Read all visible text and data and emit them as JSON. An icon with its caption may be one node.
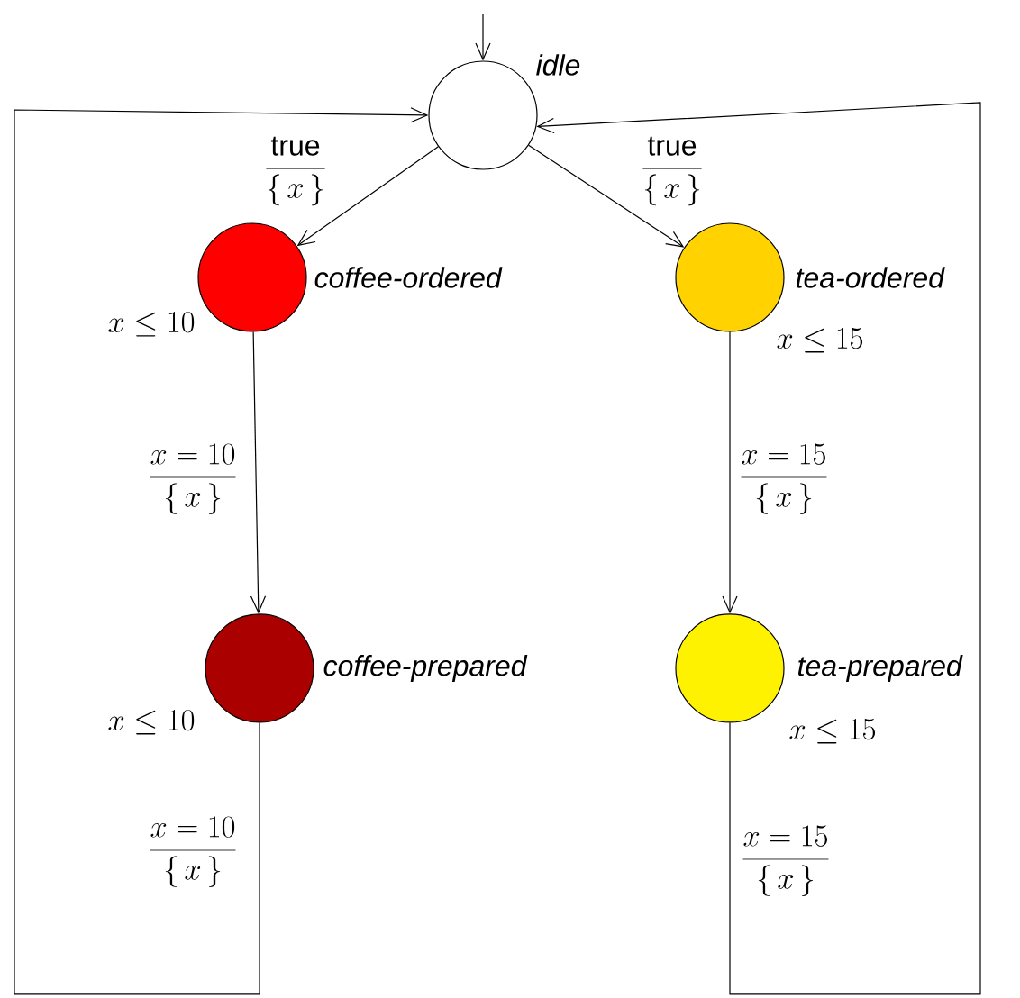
{
  "diagram": {
    "nodes": [
      {
        "text": [
          "idle"
        ]
      },
      {
        "text": [
          "coffee-ordered"
        ],
        "beside": [
          "x \\leq 10"
        ]
      },
      {
        "text": [
          "tea-ordered"
        ],
        "beside": [
          "x \\leq 15"
        ]
      },
      {
        "text": [
          "coffee-prepared"
        ],
        "beside": [
          "x \\leq 10"
        ]
      },
      {
        "text": [
          "tea-prepared"
        ],
        "beside": [
          "x \\leq 15"
        ]
      }
    ],
    "edges": [
      {
        "from": null,
        "to": 0,
        "arrow": "to"
      },
      {
        "from": 0,
        "to": 1,
        "arrow": "to",
        "label": "\\frac{\\mathrm{true}}{\\{\\,x\\,\\}}"
      },
      {
        "from": 0,
        "to": 2,
        "arrow": "to",
        "label": "\\frac{\\mathrm{true}}{\\{\\,x\\,\\}}"
      },
      {
        "from": 1,
        "to": 3,
        "arrow": "to",
        "label": "\\frac{x = 10}{\\{\\,x\\,\\}}"
      },
      {
        "from": 2,
        "to": 4,
        "arrow": "to",
        "label": "\\frac{x = 15}{\\{\\,x\\,\\}}"
      },
      {
        "from": 3,
        "to": 0,
        "arrow": "to",
        "label": "\\frac{x = 10}{\\{\\,x\\,\\}}"
      },
      {
        "from": 4,
        "to": 0,
        "arrow": "to",
        "label": "\\frac{x = 15}{\\{\\,x\\,\\}}"
      }
    ]
  }
}
